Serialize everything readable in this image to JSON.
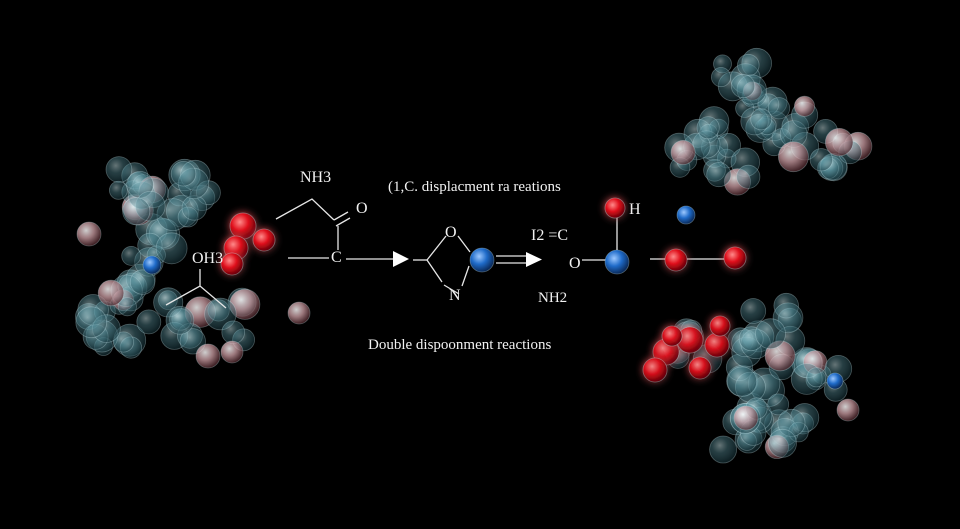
{
  "captions": {
    "top": "(1,C. displacment ra reations",
    "bottom": "Double dispoonment reactions"
  },
  "labels": {
    "nh3": "NH3",
    "o_carbonyl": "O",
    "c_center": "C",
    "oh3": "OH3",
    "ring_o": "O",
    "ring_n": "N",
    "i2c": "I2 =C",
    "nh2": "NH2",
    "o_left": "O",
    "h_top": "H"
  },
  "colors": {
    "background": "#000000",
    "cluster_teal": "#5f9aa6",
    "oxygen_red": "#e0101c",
    "nitrogen_blue": "#1f6bc9",
    "pale_pink": "#d9a8ae",
    "ink": "#f2f2f2"
  },
  "icons": [
    "reaction-arrow",
    "double-arrow"
  ]
}
